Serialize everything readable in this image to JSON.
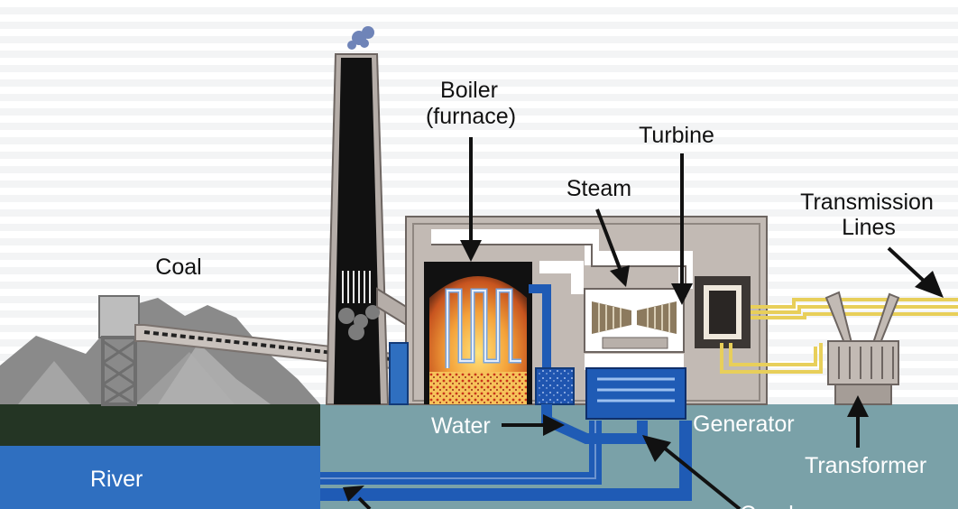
{
  "labels": {
    "boiler": "Boiler",
    "furnace": "(furnace)",
    "turbine": "Turbine",
    "steam": "Steam",
    "transmission": "Transmission",
    "lines": "Lines",
    "coal": "Coal",
    "water": "Water",
    "generator": "Generator",
    "transformer": "Transformer",
    "river": "River",
    "condenser_partial": "Cond"
  },
  "colors": {
    "building": "#b8b0aa",
    "river": "#2f6fc0",
    "ground": "#2b3a2b",
    "basement": "#7a9fa6",
    "pipe_blue": "#1f5bb5",
    "transmission_line": "#e8cf5a",
    "chimney": "#111111"
  }
}
